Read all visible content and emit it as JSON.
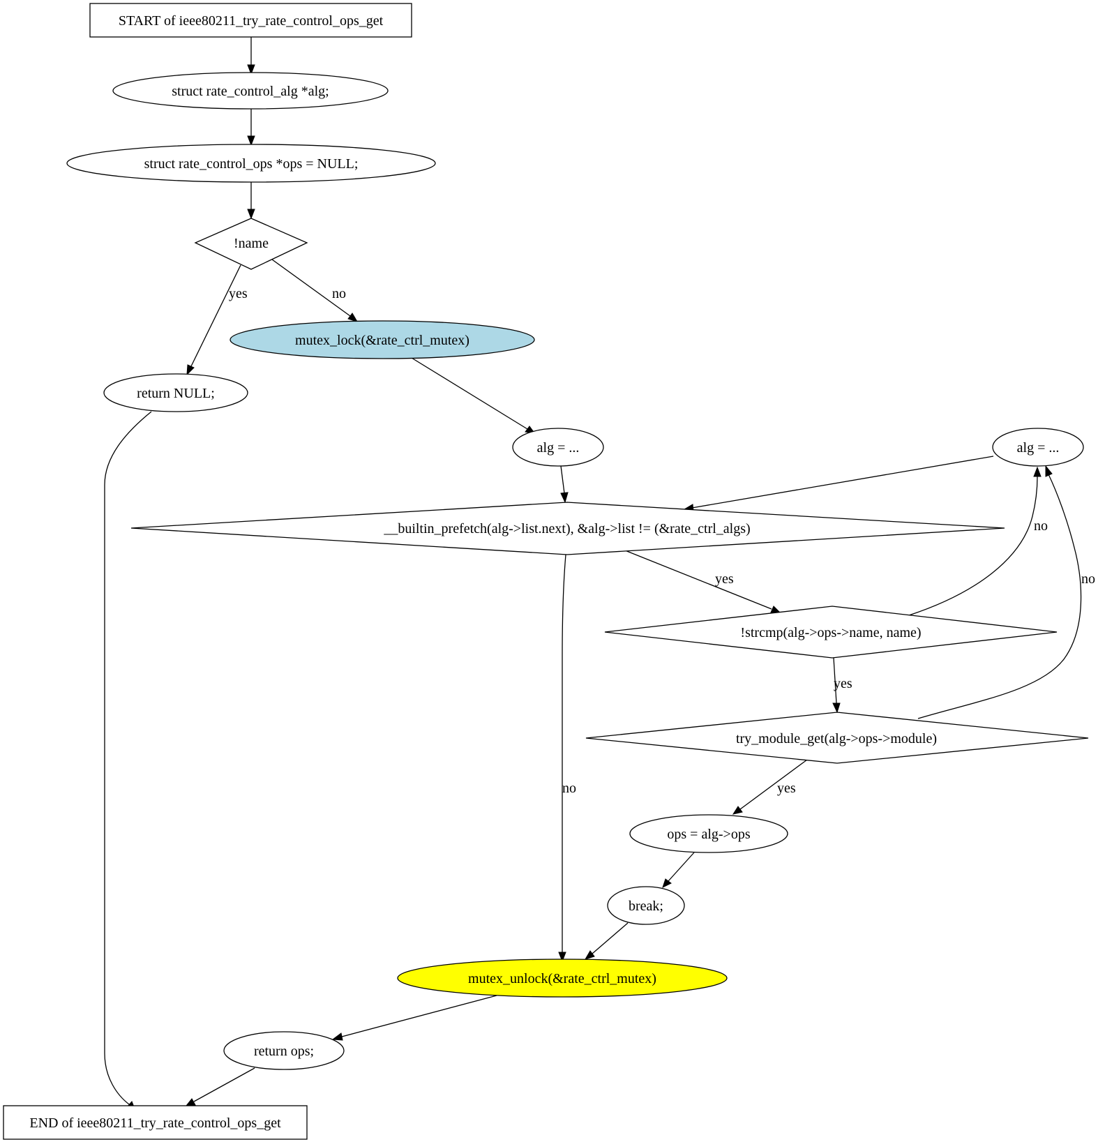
{
  "nodes": {
    "start": {
      "label": "START of ieee80211_try_rate_control_ops_get",
      "shape": "box"
    },
    "decl_alg": {
      "label": "struct rate_control_alg *alg;",
      "shape": "ellipse"
    },
    "decl_ops": {
      "label": "struct rate_control_ops *ops = NULL;",
      "shape": "ellipse"
    },
    "cond_name": {
      "label": "!name",
      "shape": "diamond"
    },
    "return_null": {
      "label": "return NULL;",
      "shape": "ellipse"
    },
    "mutex_lock": {
      "label": "mutex_lock(&rate_ctrl_mutex)",
      "shape": "ellipse",
      "fill": "#add8e6"
    },
    "alg_init": {
      "label": "alg = ...",
      "shape": "ellipse"
    },
    "alg_next": {
      "label": "alg = ...",
      "shape": "ellipse"
    },
    "cond_loop": {
      "label": "__builtin_prefetch(alg->list.next), &alg->list != (&rate_ctrl_algs)",
      "shape": "diamond"
    },
    "cond_strcmp": {
      "label": "!strcmp(alg->ops->name, name)",
      "shape": "diamond"
    },
    "cond_try": {
      "label": "try_module_get(alg->ops->module)",
      "shape": "diamond"
    },
    "assign_ops": {
      "label": "ops = alg->ops",
      "shape": "ellipse"
    },
    "break_stmt": {
      "label": "break;",
      "shape": "ellipse"
    },
    "mutex_unlock": {
      "label": "mutex_unlock(&rate_ctrl_mutex)",
      "shape": "ellipse",
      "fill": "#ffff00"
    },
    "return_ops": {
      "label": "return ops;",
      "shape": "ellipse"
    },
    "end": {
      "label": "END of ieee80211_try_rate_control_ops_get",
      "shape": "box"
    }
  },
  "edge_labels": {
    "name_yes": "yes",
    "name_no": "no",
    "loop_yes": "yes",
    "loop_no": "no",
    "strcmp_yes": "yes",
    "strcmp_no": "no",
    "try_yes": "yes",
    "try_no": "no"
  }
}
